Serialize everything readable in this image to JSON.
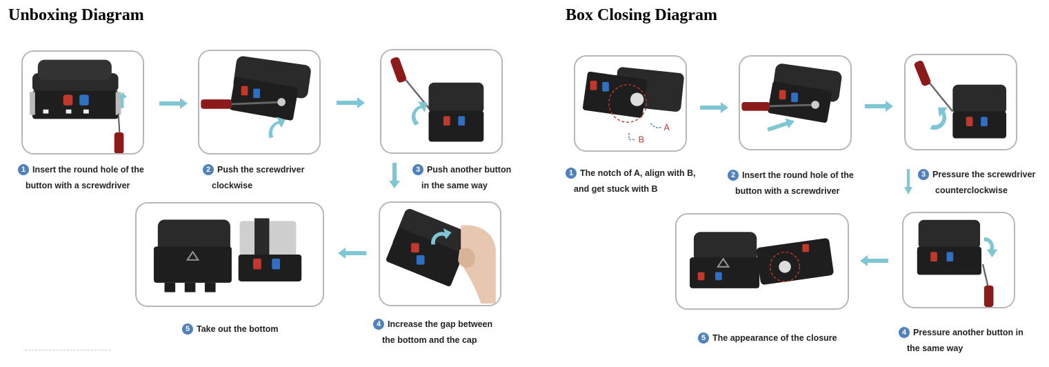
{
  "unboxing": {
    "title": "Unboxing Diagram",
    "steps": [
      {
        "num": "1",
        "line1": "Insert the round hole of the",
        "line2": "button with a screwdriver"
      },
      {
        "num": "2",
        "line1": "Push the screwdriver",
        "line2": "clockwise"
      },
      {
        "num": "3",
        "line1": "Push another button",
        "line2": "in the same way"
      },
      {
        "num": "4",
        "line1": "Increase the gap between",
        "line2": "the bottom and the cap"
      },
      {
        "num": "5",
        "line1": "Take out the bottom",
        "line2": ""
      }
    ]
  },
  "closing": {
    "title": "Box Closing Diagram",
    "steps": [
      {
        "num": "1",
        "line1": "The notch of A, align with B,",
        "line2": "and get stuck with B"
      },
      {
        "num": "2",
        "line1": "Insert the round hole of the",
        "line2": "button with a screwdriver"
      },
      {
        "num": "3",
        "line1": "Pressure the screwdriver",
        "line2": "counterclockwise"
      },
      {
        "num": "4",
        "line1": "Pressure another button in",
        "line2": "the same way"
      },
      {
        "num": "5",
        "line1": "The appearance of the closure",
        "line2": ""
      }
    ],
    "labels": {
      "a": "A",
      "b": "B"
    }
  },
  "colors": {
    "arrow": "#7fc6d4",
    "frame_border": "#b7b7b7",
    "step_badge": "#4f81bd",
    "box_body": "#1e1e1e",
    "cable_red": "#c0392b",
    "cable_blue": "#2f6fc4",
    "screwdriver_handle": "#8b1a1a",
    "callout": "#c0392b"
  }
}
